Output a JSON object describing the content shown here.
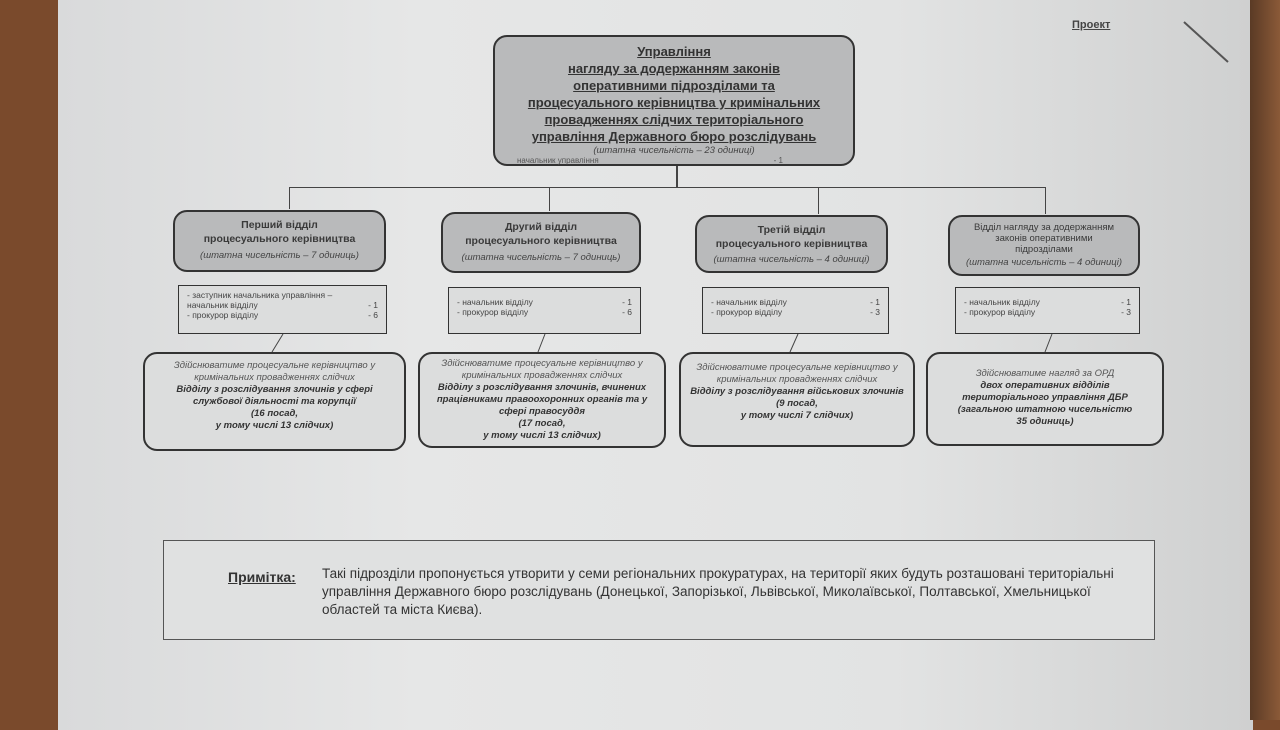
{
  "header": {
    "draft_label": "Проект"
  },
  "top_unit": {
    "title_lines": [
      "Управління",
      "нагляду за додержанням законів",
      "оперативними підрозділами та",
      "процесуального керівництва у кримінальних",
      "провадженнях слідчих територіального",
      "управління Державного бюро розслідувань"
    ],
    "headcount": "(штатна чисельність – 23 одиниці)",
    "staff": {
      "label": "начальник управління",
      "count": "- 1"
    }
  },
  "departments": [
    {
      "title_lines": [
        "Перший відділ",
        "процесуального керівництва"
      ],
      "headcount": "(штатна чисельність –  7 одиниць)",
      "staff": [
        {
          "label": "- заступник начальника управління –",
          "count": ""
        },
        {
          "label": "начальник відділу",
          "count": "- 1"
        },
        {
          "label": "- прокурор відділу",
          "count": "- 6"
        }
      ],
      "function": {
        "intro": "Здійснюватиме процесуальне керівництво у кримінальних провадженнях слідчих",
        "target": "Відділу з розслідування злочинів у сфері службової діяльності та корупції",
        "count": "(16 посад,",
        "count2": "у тому числі 13 слідчих)"
      }
    },
    {
      "title_lines": [
        "Другий відділ",
        "процесуального керівництва"
      ],
      "headcount": "(штатна чисельність –  7 одиниць)",
      "staff": [
        {
          "label": "- начальник відділу",
          "count": "- 1"
        },
        {
          "label": "- прокурор відділу",
          "count": "- 6"
        }
      ],
      "function": {
        "intro": "Здійснюватиме процесуальне керівництво у кримінальних провадженнях слідчих",
        "target": "Відділу з розслідування злочинів, вчинених працівниками правоохоронних органів та у сфері правосуддя",
        "count": "(17 посад,",
        "count2": "у тому числі 13 слідчих)"
      }
    },
    {
      "title_lines": [
        "Третій відділ",
        "процесуального керівництва"
      ],
      "headcount": "(штатна чисельність –  4 одиниці)",
      "staff": [
        {
          "label": "- начальник відділу",
          "count": "- 1"
        },
        {
          "label": "- прокурор відділу",
          "count": "- 3"
        }
      ],
      "function": {
        "intro": "Здійснюватиме процесуальне керівництво у кримінальних провадженнях слідчих",
        "target": "Відділу з розслідування військових злочинів",
        "count": "(9 посад,",
        "count2": "у тому числі 7 слідчих)"
      }
    },
    {
      "title_lines": [
        "Відділ нагляду за додержанням",
        "законів оперативними",
        "підрозділами"
      ],
      "headcount": "(штатна чисельність –  4 одиниці)",
      "staff": [
        {
          "label": "- начальник відділу",
          "count": "- 1"
        },
        {
          "label": "- прокурор відділу",
          "count": "- 3"
        }
      ],
      "function": {
        "intro": "Здійснюватиме нагляд за ОРД",
        "target": "двох оперативних відділів територіального управління ДБР",
        "count": "(загальною штатною чисельністю",
        "count2": "35 одиниць)"
      }
    }
  ],
  "note": {
    "label": "Примітка:",
    "text": "Такі підрозділи пропонується утворити у семи регіональних прокуратурах, на території яких будуть розташовані територіальні управління Державного бюро розслідувань (Донецької, Запорізької, Львівської, Миколаївської, Полтавської, Хмельницької областей та міста Києва)."
  }
}
